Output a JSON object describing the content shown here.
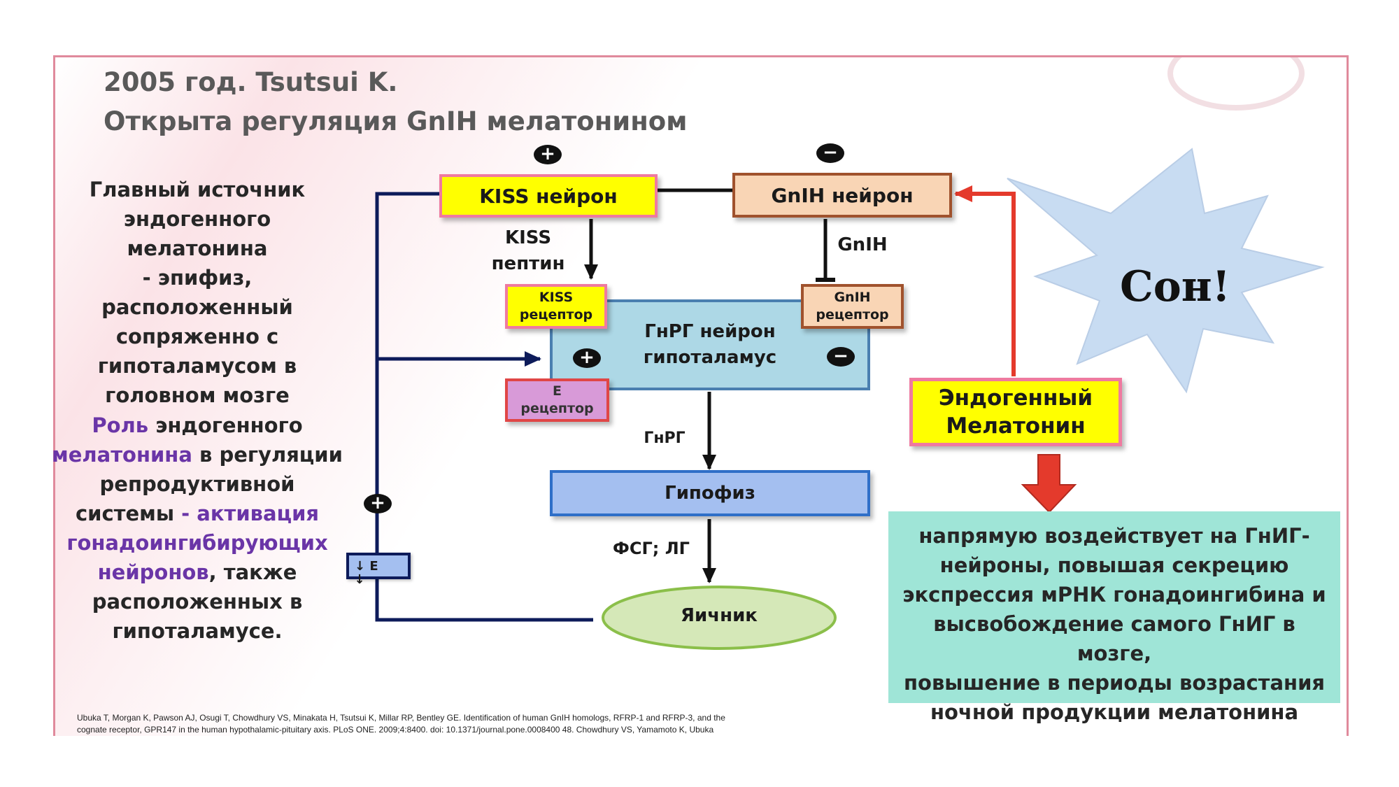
{
  "title": {
    "line1": "2005 год. Tsutsui K.",
    "line2": "Открыта регуляция GnIH мелатонином"
  },
  "left_panel": {
    "paragraph1": [
      "Главный источник",
      "эндогенного мелатонина",
      "- эпифиз,",
      "расположенный",
      "сопряженно с",
      "гипоталамусом в",
      "головном мозге"
    ],
    "paragraph2": {
      "line1_hl": "Роль",
      "line1_rest": " эндогенного",
      "line2_hl": "мелатонина",
      "line2_rest": " в регуляции",
      "line3": "репродуктивной",
      "line4_plain": "системы ",
      "line4_hl": "- активация",
      "line5_hl": "гонадоингибирующих",
      "line6_hl": "нейронов",
      "line6_rest": ", также",
      "line7": "расположенных в",
      "line8": "гипоталамусе."
    }
  },
  "diagram": {
    "kiss_neuron": "KISS нейрон",
    "gnih_neuron": "GnIH нейрон",
    "kiss_peptide": [
      "KISS",
      "пептин"
    ],
    "gnih_label": "GnIH",
    "kiss_receptor": [
      "KISS",
      "рецептор"
    ],
    "gnih_receptor": [
      "GnIH",
      "рецептор"
    ],
    "gnrh_neuron": [
      "ГнРГ нейрон",
      "гипоталамус"
    ],
    "e_receptor": [
      "E",
      "рецептор"
    ],
    "gnrh_label": "ГнРГ",
    "pituitary": "Гипофиз",
    "fsh_lh_label": "ФСГ; ЛГ",
    "ovary": "Яичник",
    "e_feedback": "↓ E",
    "e_arrow": "↓",
    "plus": "+",
    "minus": "−"
  },
  "sleep_burst": "Сон!",
  "melatonin_box": [
    "Эндогенный",
    "Мелатонин"
  ],
  "effect_text": [
    "напрямую воздействует на ГнИГ-",
    "нейроны, повышая секрецию",
    "экспрессия мРНК гонадоингибина и",
    "высвобождение самого ГнИГ в мозге,",
    "повышение в периоды возрастания",
    "ночной продукции мелатонина"
  ],
  "references": [
    "Ubuka T, Morgan K, Pawson AJ, Osugi T, Chowdhury VS, Minakata H, Tsutsui K, Millar RP, Bentley GE. Identification of human GnIH homologs, RFRP-1 and RFRP-3, and the",
    "cognate receptor, GPR147 in the human hypothalamic-pituitary axis. PLoS ONE. 2009;4:8400. doi: 10.1371/journal.pone.0008400 48. Chowdhury VS, Yamamoto K, Ubuka"
  ],
  "colors": {
    "kiss": "#ffff00",
    "kiss_border": "#ef7aa0",
    "gnih": "#f9d5b5",
    "gnih_border": "#a0522d",
    "gnrh": "#add8e6",
    "e_receptor": "#d89ad8",
    "pituitary": "#a4bff0",
    "ovary": "#d5e8b8",
    "navy": "#0d1b5a",
    "red": "#e43a2c",
    "teal": "#9fe5d7",
    "burst": "#c8dcf2",
    "highlight": "#6a35a7"
  }
}
